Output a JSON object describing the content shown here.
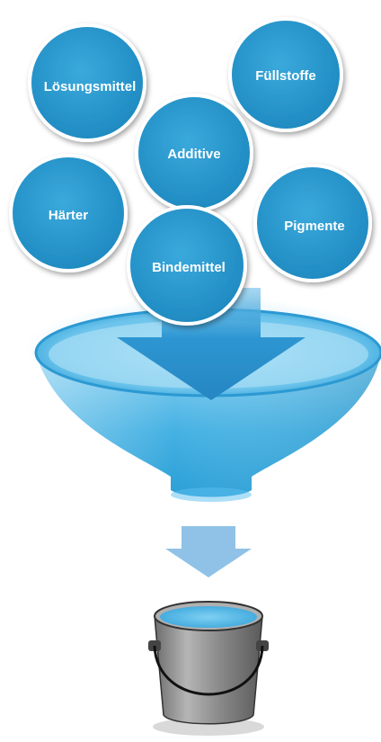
{
  "diagram": {
    "ingredients": [
      {
        "id": "loesungsmittel",
        "label": "Lösungsmittel"
      },
      {
        "id": "fuellstoffe",
        "label": "Füllstoffe"
      },
      {
        "id": "additive",
        "label": "Additive"
      },
      {
        "id": "haerter",
        "label": "Härter"
      },
      {
        "id": "pigmente",
        "label": "Pigmente"
      },
      {
        "id": "bindemittel",
        "label": "Bindemittel"
      }
    ],
    "colors": {
      "circle_fill": "#2596c9",
      "circle_stroke": "#ffffff",
      "funnel_top": "#6cc3eb",
      "funnel_bottom": "#2a9fd6",
      "arrow": "#2d96d2",
      "small_arrow": "#8fc2e6",
      "bucket_body": "#8a8a8a",
      "bucket_liquid": "#59b9e6"
    },
    "icons": {
      "large_arrow": "down-arrow-icon",
      "small_arrow": "down-arrow-icon",
      "funnel": "funnel-icon",
      "bucket": "paint-bucket-icon"
    }
  }
}
